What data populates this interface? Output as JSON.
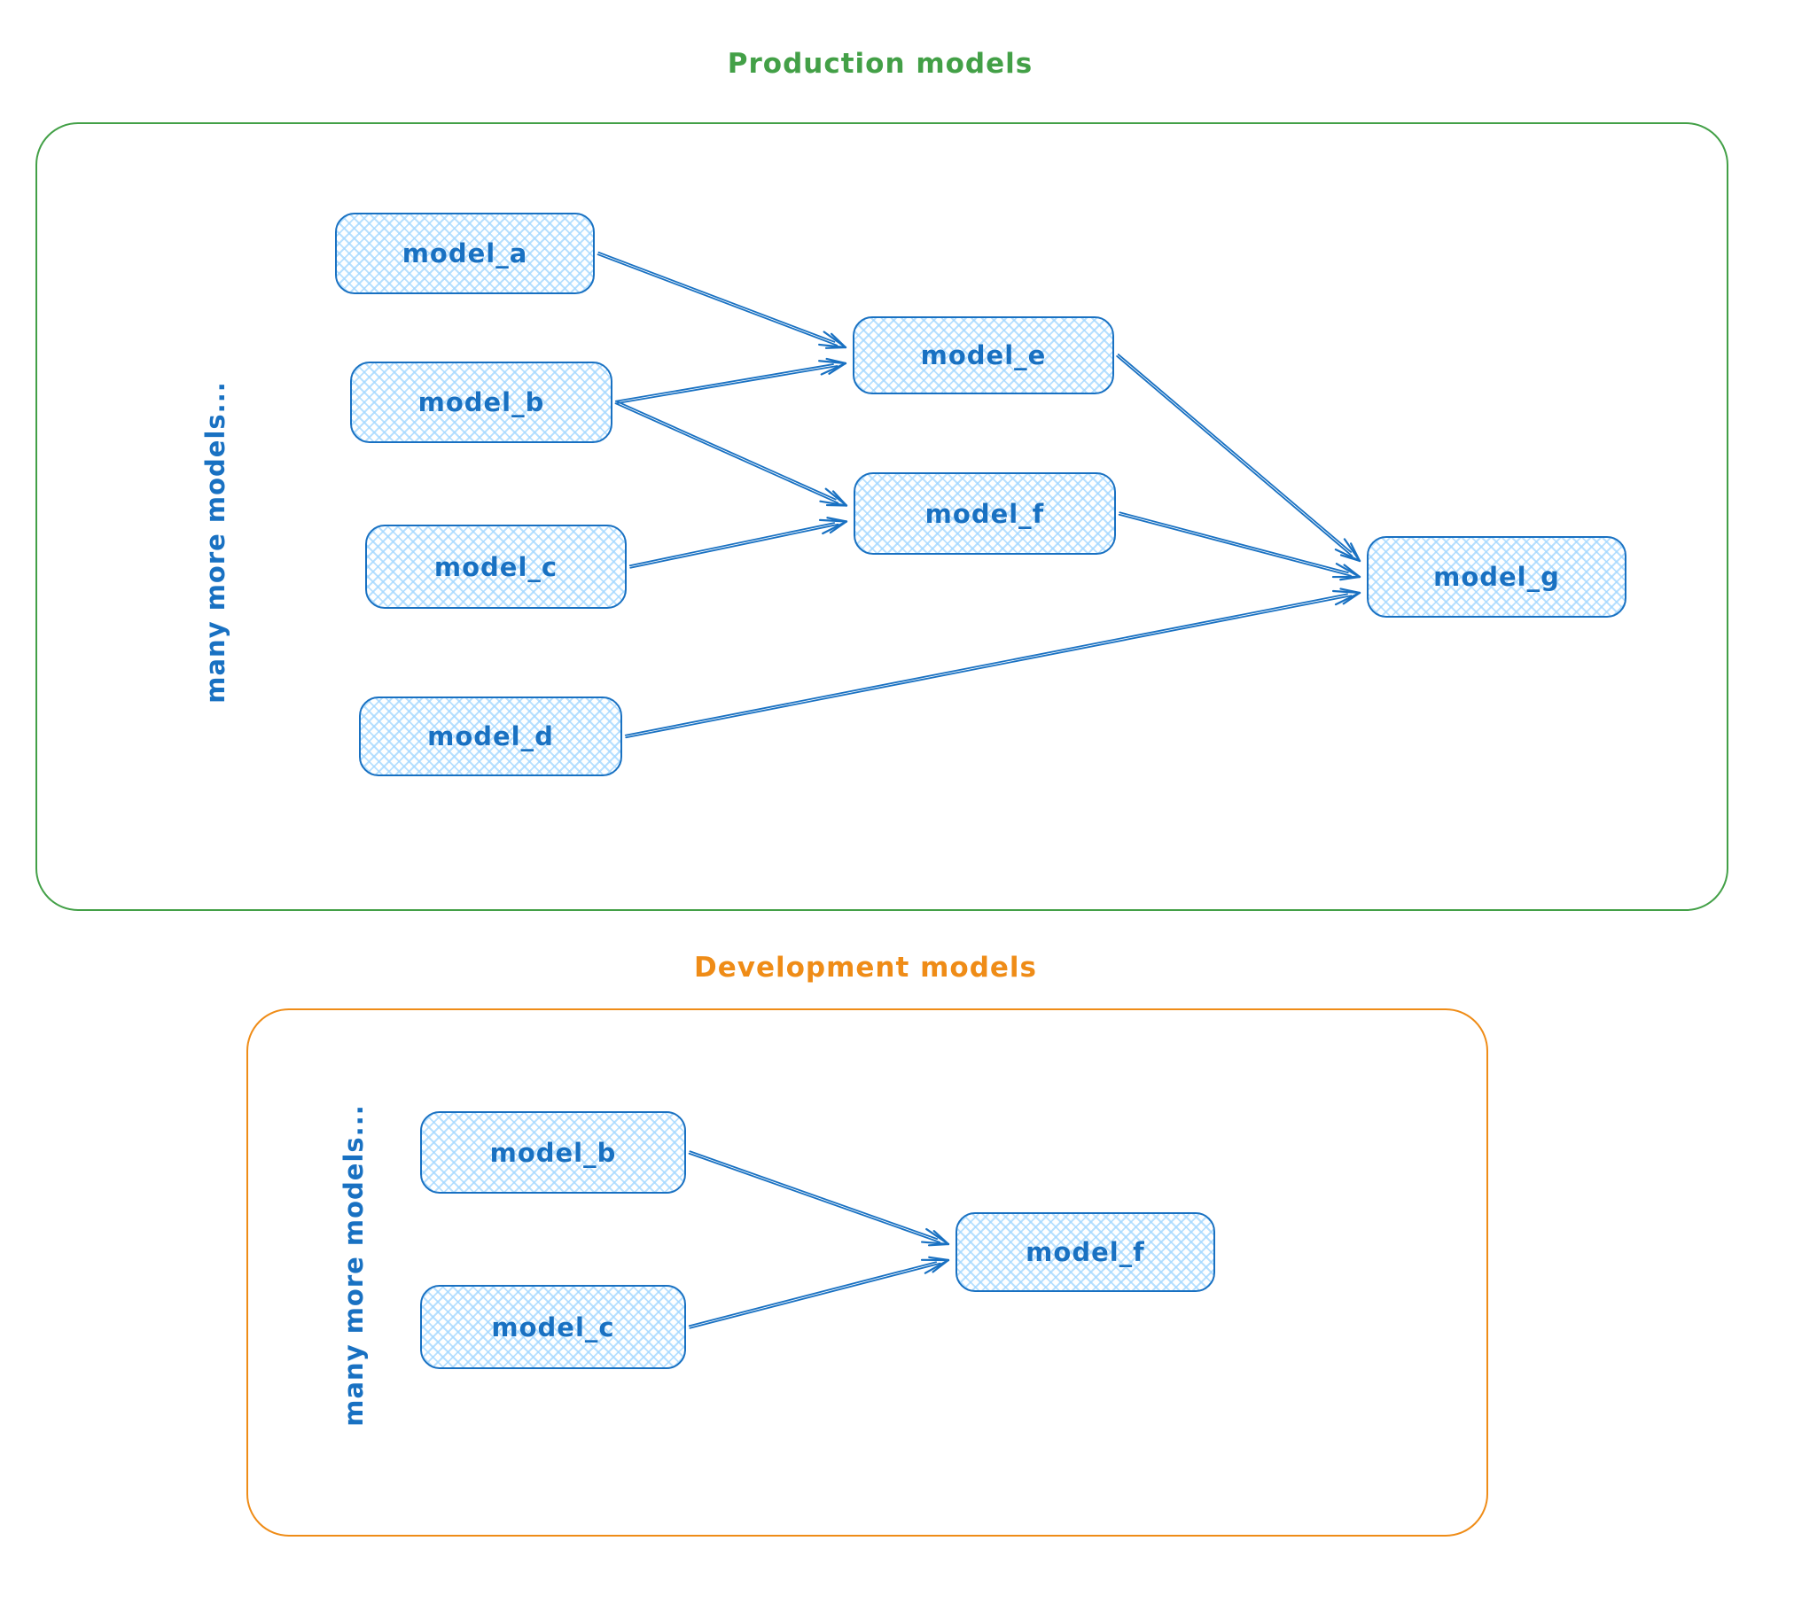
{
  "diagram": {
    "node_style": {
      "stroke": "#1971c2",
      "fill_hatch": "#a5d8ff",
      "text": "#1971c2"
    },
    "arrow_color": "#1971c2",
    "sections": [
      {
        "id": "production",
        "title": "Production models",
        "side_label": "many more models...",
        "accent_color": "#43a047",
        "nodes": [
          {
            "id": "model_a",
            "label": "model_a"
          },
          {
            "id": "model_b",
            "label": "model_b"
          },
          {
            "id": "model_c",
            "label": "model_c"
          },
          {
            "id": "model_d",
            "label": "model_d"
          },
          {
            "id": "model_e",
            "label": "model_e"
          },
          {
            "id": "model_f",
            "label": "model_f"
          },
          {
            "id": "model_g",
            "label": "model_g"
          }
        ],
        "edges": [
          {
            "from": "model_a",
            "to": "model_e"
          },
          {
            "from": "model_b",
            "to": "model_e"
          },
          {
            "from": "model_b",
            "to": "model_f"
          },
          {
            "from": "model_c",
            "to": "model_f"
          },
          {
            "from": "model_e",
            "to": "model_g"
          },
          {
            "from": "model_f",
            "to": "model_g"
          },
          {
            "from": "model_d",
            "to": "model_g"
          }
        ]
      },
      {
        "id": "development",
        "title": "Development models",
        "side_label": "many more models...",
        "accent_color": "#ef8c17",
        "nodes": [
          {
            "id": "model_b",
            "label": "model_b"
          },
          {
            "id": "model_c",
            "label": "model_c"
          },
          {
            "id": "model_f",
            "label": "model_f"
          }
        ],
        "edges": [
          {
            "from": "model_b",
            "to": "model_f"
          },
          {
            "from": "model_c",
            "to": "model_f"
          }
        ]
      }
    ]
  }
}
